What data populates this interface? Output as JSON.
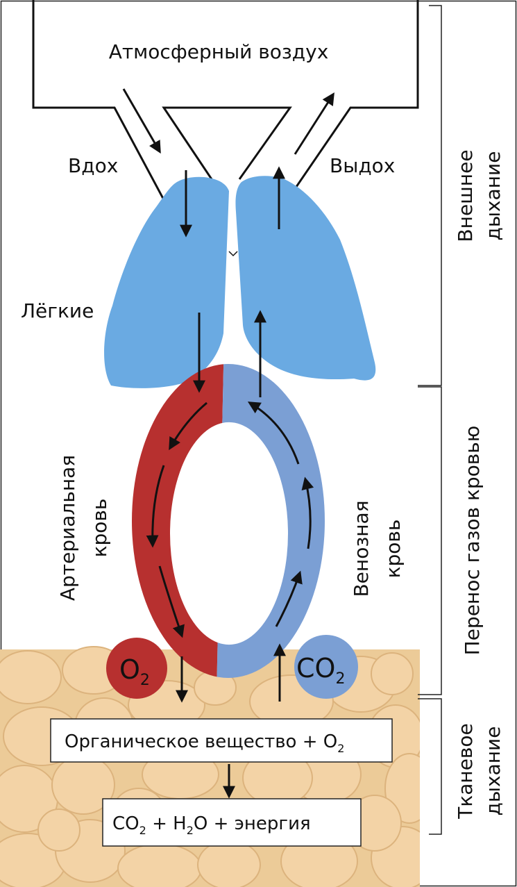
{
  "atmosphere_label": "Атмосферный воздух",
  "inhale_label": "Вдох",
  "exhale_label": "Выдох",
  "lungs_label": "Лёгкие",
  "arterial_label": {
    "line1": "Артериальная",
    "line2": "кровь"
  },
  "venous_label": {
    "line1": "Венозная",
    "line2": "кровь"
  },
  "o2_badge": {
    "main": "O",
    "sub": "2"
  },
  "co2_badge": {
    "main": "CO",
    "sub": "2"
  },
  "reaction_top": {
    "text": "Органическое вещество + O",
    "sub": "2"
  },
  "reaction_bottom": {
    "co": "CO",
    "sub1": "2",
    "plus1": " + H",
    "sub2": "2",
    "rest": "O + энергия"
  },
  "stages": {
    "external": {
      "line1": "Внешнее",
      "line2": "дыхание"
    },
    "transport": "Перенос газов кровью",
    "tissue": {
      "line1": "Тканевое",
      "line2": "дыхание"
    }
  },
  "colors": {
    "lung": "#6aaae2",
    "arterial": "#b7302f",
    "venous": "#7b9fd4",
    "cells": "#eccb98",
    "cell_fill": "#f3d3a6",
    "cell_stroke": "#dcb37d"
  }
}
